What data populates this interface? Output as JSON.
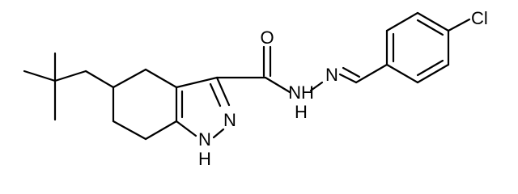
{
  "molecule": {
    "atom_labels": {
      "carbonyl_oxygen": "O",
      "amide_nh": "NH",
      "hydrazone_n": "N",
      "indazole_n2": "N",
      "indazole_nh_n": "N",
      "indazole_nh_h": "H",
      "amide_h": "H",
      "chlorine": "Cl"
    },
    "bond_orders": {
      "carbonyl": 2,
      "imine_n_n": 1,
      "imine_c_n": 2,
      "pyrazole_c3_n2": 2,
      "pyrazole_c3a_c7a": 2
    }
  }
}
